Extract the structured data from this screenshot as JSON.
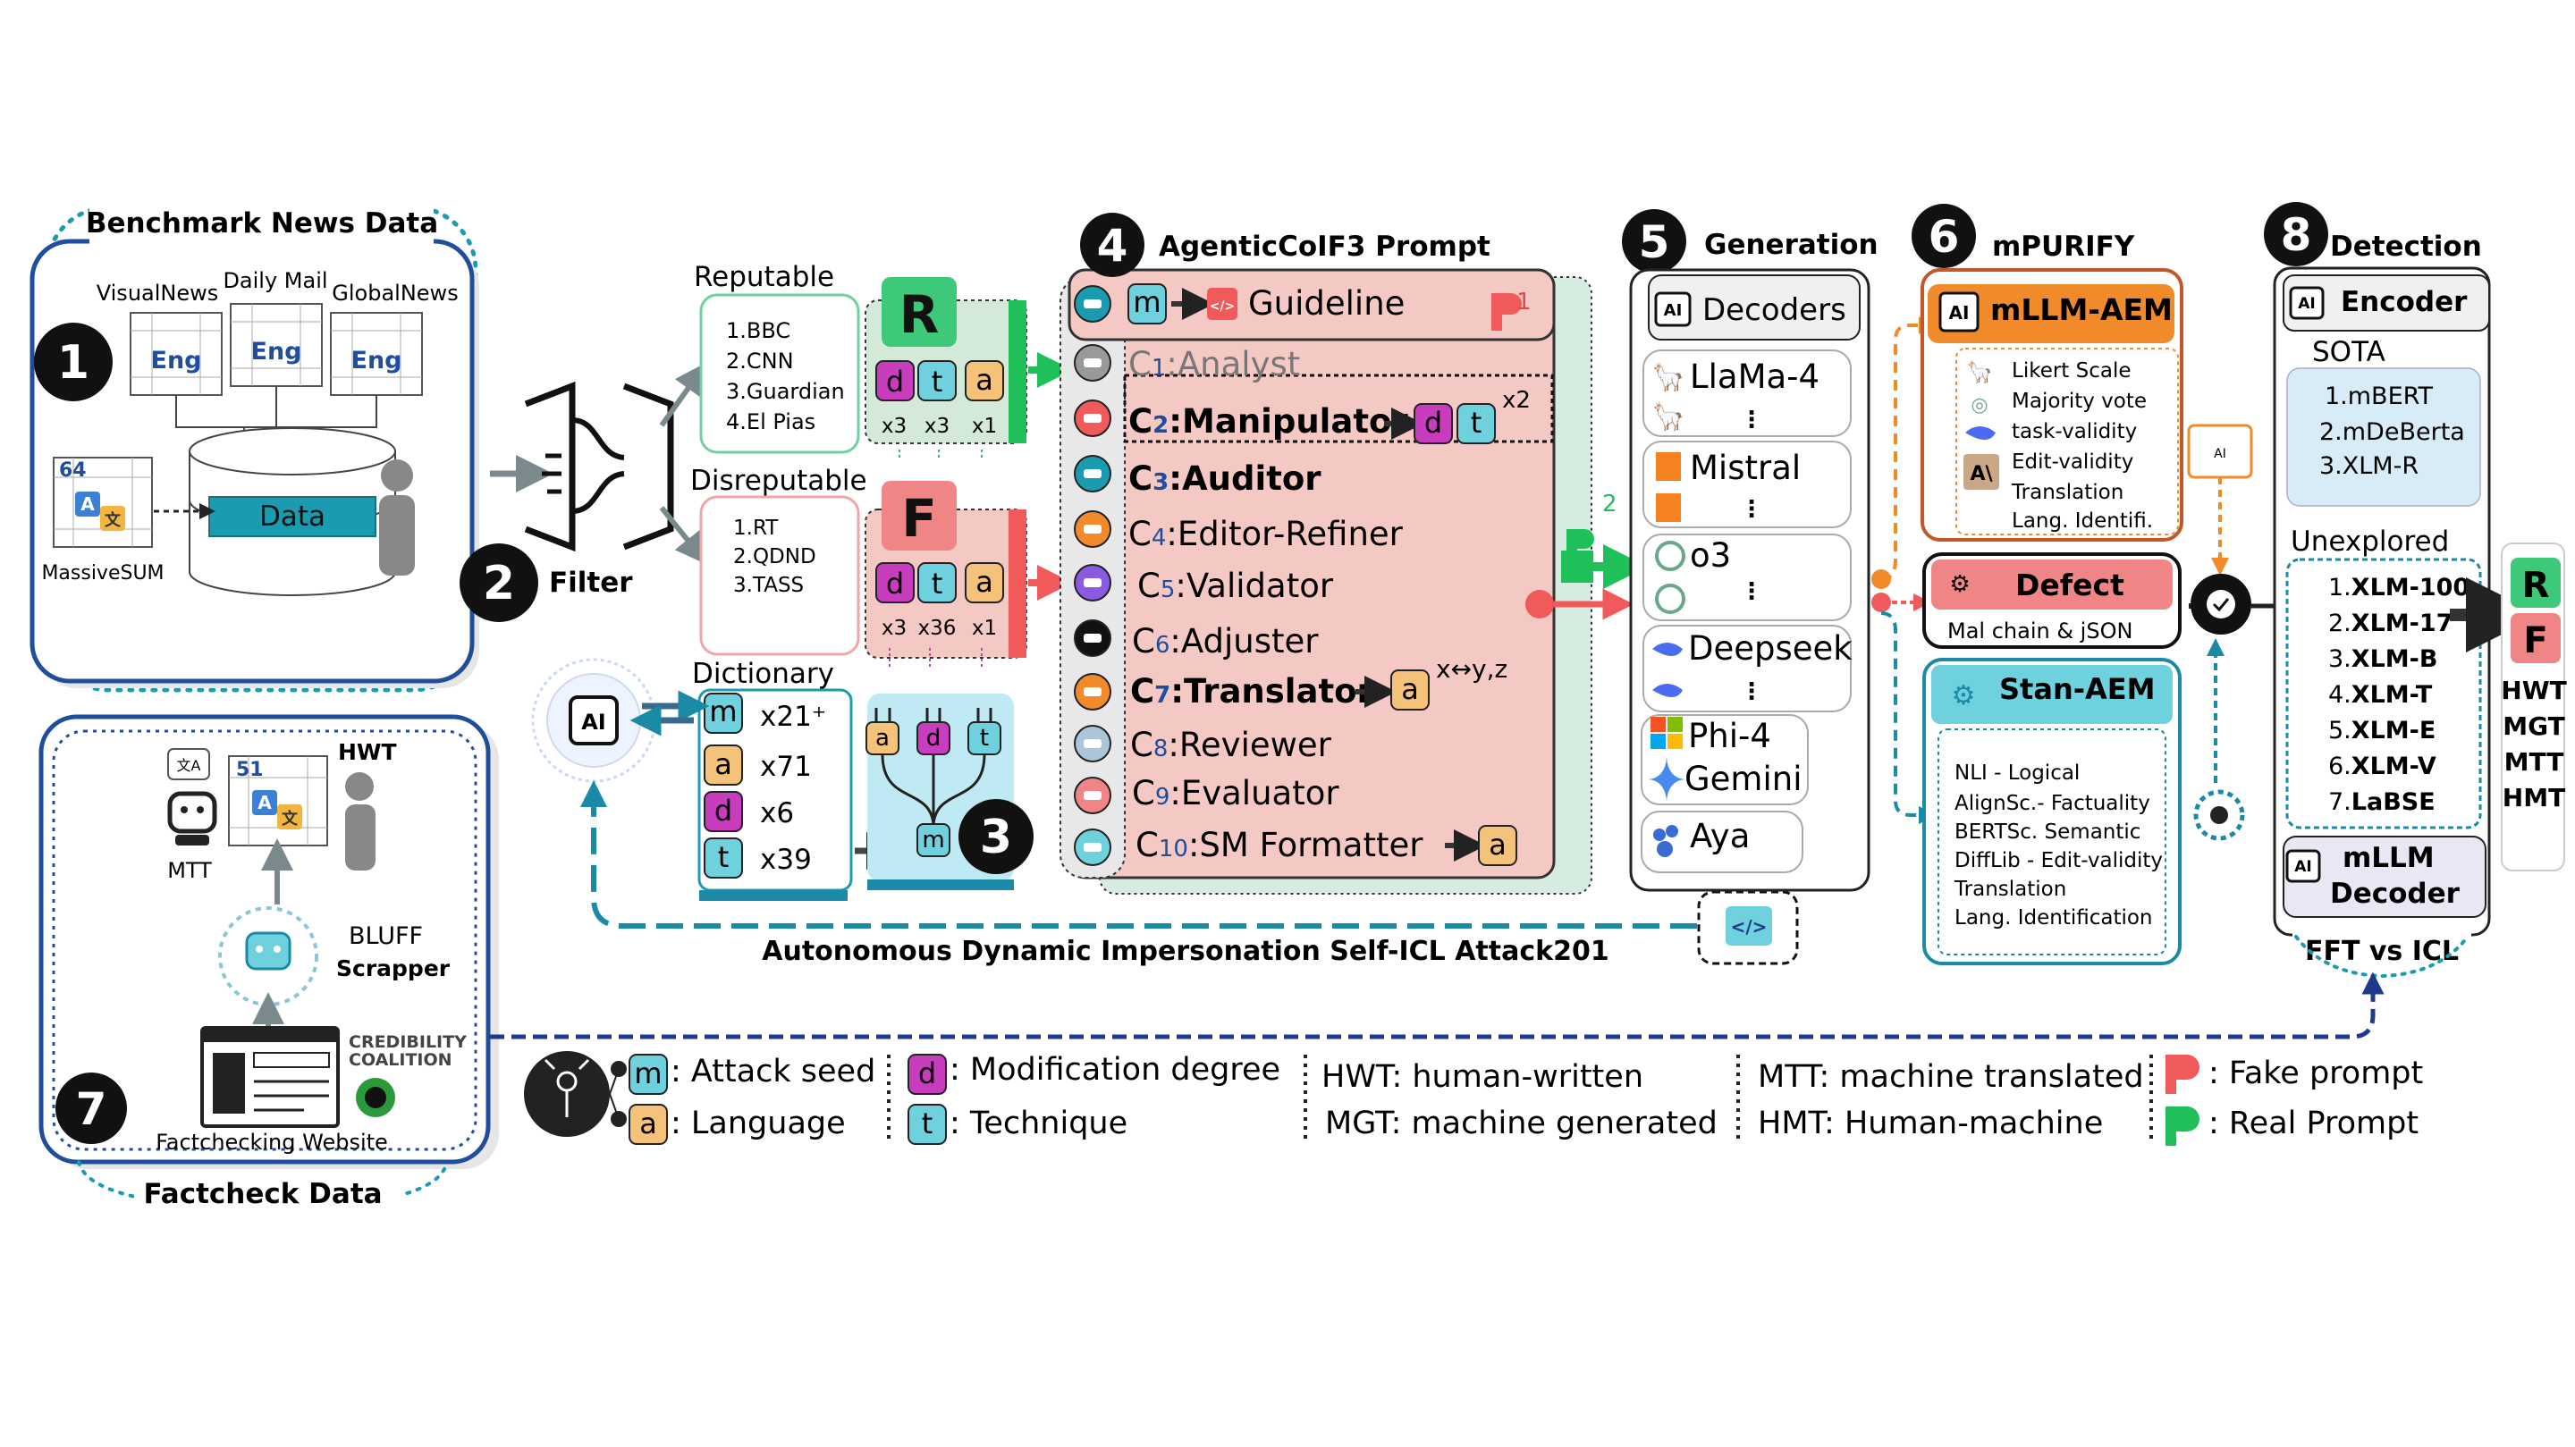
{
  "s1": {
    "title": "Benchmark News Data",
    "num": "1",
    "sources": [
      {
        "name": "VisualNews",
        "lang": "Eng"
      },
      {
        "name": "Daily Mail",
        "lang": "Eng"
      },
      {
        "name": "GlobalNews",
        "lang": "Eng"
      }
    ],
    "massivesum": {
      "count": "64",
      "name": "MassiveSUM"
    },
    "db_label": "Data"
  },
  "s2": {
    "num": "2",
    "label": "Filter"
  },
  "reputable": {
    "title": "Reputable",
    "items": [
      "1.BBC",
      "2.CNN",
      "3.Guardian",
      "4.El Pias"
    ],
    "logo": "R",
    "mult": [
      "x3",
      "x3",
      "x1"
    ]
  },
  "disreputable": {
    "title": "Disreputable",
    "items": [
      "1.RT",
      "2.QDND",
      "3.TASS"
    ],
    "logo": "F",
    "mult": [
      "x3",
      "x36",
      "x1"
    ]
  },
  "dictionary": {
    "title": "Dictionary",
    "rows": [
      {
        "key": "m",
        "val": "x21⁺"
      },
      {
        "key": "a",
        "val": "x71"
      },
      {
        "key": "d",
        "val": "x6"
      },
      {
        "key": "t",
        "val": "x39"
      }
    ]
  },
  "s3": {
    "num": "3",
    "tree": [
      "a",
      "d",
      "t",
      "m"
    ]
  },
  "s4": {
    "num": "4",
    "title": "AgenticCoIF3 Prompt",
    "guideline": "Guideline",
    "p_sup": "1",
    "chain": [
      {
        "c": "C",
        "n": "1",
        "label": ":Analyst"
      },
      {
        "c": "C",
        "n": "2",
        "label": ":Manipulator"
      },
      {
        "c": "C",
        "n": "3",
        "label": ":Auditor"
      },
      {
        "c": "C",
        "n": "4",
        "label": ":Editor-Refiner"
      },
      {
        "c": "C",
        "n": "5",
        "label": ":Validator"
      },
      {
        "c": "C",
        "n": "6",
        "label": ":Adjuster"
      },
      {
        "c": "C",
        "n": "7",
        "label": ":Translator"
      },
      {
        "c": "C",
        "n": "8",
        "label": ":Reviewer"
      },
      {
        "c": "C",
        "n": "9",
        "label": ":Evaluator"
      },
      {
        "c": "C",
        "n": "10",
        "label": ":SM Formatter"
      }
    ],
    "manip_sup": "x2",
    "trans_sup": "x↔y,z",
    "p2_sup": "2"
  },
  "s5": {
    "num": "5",
    "title": "Generation",
    "header": "Decoders",
    "models": [
      "LlaMa-4",
      "Mistral",
      "o3",
      "Deepseek",
      "Phi-4",
      "Gemini",
      "Aya"
    ]
  },
  "s6": {
    "num": "6",
    "title": "mPURIFY",
    "aem": "mLLM-AEM",
    "aem_items": [
      "Likert Scale",
      "Majority vote",
      "task-validity",
      "Edit-validity",
      "Translation",
      "Lang. Identifi."
    ],
    "defect": "Defect",
    "defect_sub": "Mal chain & jSON",
    "stan": "Stan-AEM",
    "stan_items": [
      "NLI - Logical",
      "AlignSc.- Factuality",
      "BERTSc. Semantic",
      "DiffLib - Edit-validity",
      "Translation",
      "Lang. Identification"
    ]
  },
  "s7": {
    "num": "7",
    "title": "Factcheck Data",
    "count": "51",
    "hwt": "HWT",
    "mtt": "MTT",
    "bluff": "BLUFF",
    "scrapper": "Scrapper",
    "website": "Factchecking Website",
    "coalition1": "CREDIBILITY",
    "coalition2": "COALITION"
  },
  "s8": {
    "num": "8",
    "title": "Detection",
    "encoder": "Encoder",
    "sota": "SOTA",
    "sota_items": [
      "1.mBERT",
      "2.mDeBerta",
      "3.XLM-R"
    ],
    "unexplored": "Unexplored",
    "unexp_items": [
      {
        "n": "1.",
        "m": "XLM-100"
      },
      {
        "n": "2.",
        "m": "XLM-17"
      },
      {
        "n": "3.",
        "m": "XLM-B"
      },
      {
        "n": "4.",
        "m": "XLM-T"
      },
      {
        "n": "5.",
        "m": "XLM-E"
      },
      {
        "n": "6.",
        "m": "XLM-V"
      },
      {
        "n": "7.",
        "m": "LaBSE"
      }
    ],
    "decoder1": "mLLM",
    "decoder2": "Decoder",
    "fft": "FFT vs ICL",
    "labels": [
      "HWT",
      "MGT",
      "MTT",
      "HMT"
    ]
  },
  "attack": "Autonomous Dynamic Impersonation Self-ICL Attack201",
  "legend": {
    "m": ": Attack seed",
    "a": ": Language",
    "d": ": Modification degree",
    "t": ": Technique",
    "hwt": "HWT: human-written",
    "mgt": "MGT:  machine generated",
    "mtt": "MTT: machine translated",
    "hmt": "HMT:  Human-machine",
    "fake": ": Fake prompt",
    "real": ": Real Prompt"
  },
  "colors": {
    "blue": "#1f4e9c",
    "teal": "#1a9bb0",
    "green": "#1fbf5a",
    "red": "#f05a5a",
    "orange": "#f08a2a",
    "pink": "#f4c9c4",
    "purple": "#c83cbe",
    "yellow": "#f5c27a",
    "cyan": "#6fd0de"
  }
}
